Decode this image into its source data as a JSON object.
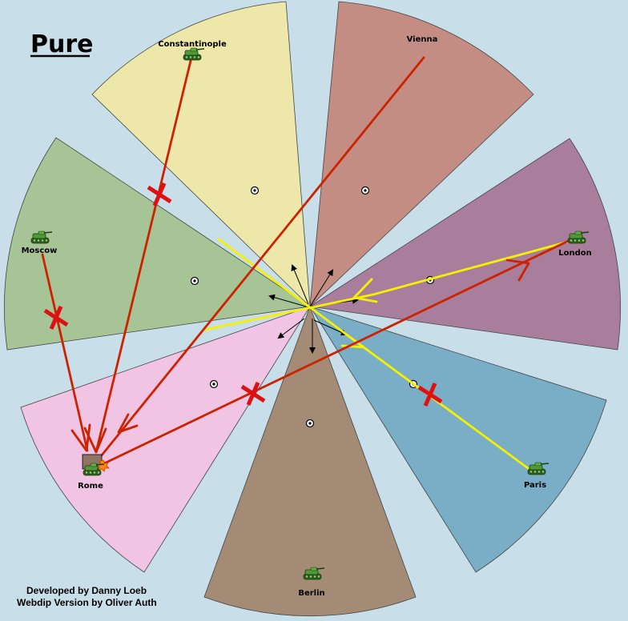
{
  "title": "Pure",
  "credits": {
    "line1": "Developed by Danny Loeb",
    "line2": "Webdip Version by Oliver Auth"
  },
  "territories": {
    "constantinople": {
      "name": "Constantinople",
      "color": "#ede7a9"
    },
    "vienna": {
      "name": "Vienna",
      "color": "#c48d84"
    },
    "london": {
      "name": "London",
      "color": "#a87e9c"
    },
    "paris": {
      "name": "Paris",
      "color": "#79aec6"
    },
    "berlin": {
      "name": "Berlin",
      "color": "#a48b76"
    },
    "rome": {
      "name": "Rome",
      "color": "#f1c4e3"
    },
    "moscow": {
      "name": "Moscow",
      "color": "#a7c497"
    }
  },
  "colors": {
    "sea": "#c8dee8",
    "move_arrow": "#cc2200",
    "support_line": "#f7f000",
    "failed_mark": "#dd1111",
    "unit": "#3e8a2a"
  },
  "icons": {
    "unit": "tank-icon",
    "supply_center": "supply-center-icon",
    "failed_order": "failed-order-cross-icon",
    "retreat_arrow": "retreat-arrow-icon",
    "dislodged": "dislodged-burst-icon"
  }
}
